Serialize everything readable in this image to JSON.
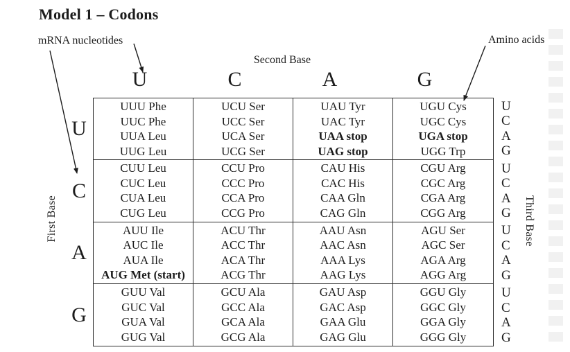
{
  "title": "Model 1 – Codons",
  "annotations": {
    "mrna_label": "mRNA nucleotides",
    "amino_label": "Amino acids"
  },
  "axes": {
    "second_base_title": "Second Base",
    "first_base_title": "First Base",
    "third_base_title": "Third Base",
    "second_base_letters": [
      "U",
      "C",
      "A",
      "G"
    ],
    "first_base_letters": [
      "U",
      "C",
      "A",
      "G"
    ],
    "third_base_letters_per_block": [
      "U",
      "C",
      "A",
      "G"
    ]
  },
  "table": {
    "row_blocks": [
      {
        "first_base": "U",
        "cells": [
          [
            {
              "t": "UUU Phe",
              "b": false
            },
            {
              "t": "UUC Phe",
              "b": false
            },
            {
              "t": "UUA Leu",
              "b": false
            },
            {
              "t": "UUG Leu",
              "b": false
            }
          ],
          [
            {
              "t": "UCU Ser",
              "b": false
            },
            {
              "t": "UCC Ser",
              "b": false
            },
            {
              "t": "UCA Ser",
              "b": false
            },
            {
              "t": "UCG Ser",
              "b": false
            }
          ],
          [
            {
              "t": "UAU Tyr",
              "b": false
            },
            {
              "t": "UAC Tyr",
              "b": false
            },
            {
              "t": "UAA stop",
              "b": true
            },
            {
              "t": "UAG stop",
              "b": true
            }
          ],
          [
            {
              "t": "UGU Cys",
              "b": false
            },
            {
              "t": "UGC Cys",
              "b": false
            },
            {
              "t": "UGA stop",
              "b": true
            },
            {
              "t": "UGG Trp",
              "b": false
            }
          ]
        ]
      },
      {
        "first_base": "C",
        "cells": [
          [
            {
              "t": "CUU Leu",
              "b": false
            },
            {
              "t": "CUC Leu",
              "b": false
            },
            {
              "t": "CUA Leu",
              "b": false
            },
            {
              "t": "CUG Leu",
              "b": false
            }
          ],
          [
            {
              "t": "CCU Pro",
              "b": false
            },
            {
              "t": "CCC Pro",
              "b": false
            },
            {
              "t": "CCA Pro",
              "b": false
            },
            {
              "t": "CCG Pro",
              "b": false
            }
          ],
          [
            {
              "t": "CAU His",
              "b": false
            },
            {
              "t": "CAC His",
              "b": false
            },
            {
              "t": "CAA Gln",
              "b": false
            },
            {
              "t": "CAG Gln",
              "b": false
            }
          ],
          [
            {
              "t": "CGU Arg",
              "b": false
            },
            {
              "t": "CGC Arg",
              "b": false
            },
            {
              "t": "CGA Arg",
              "b": false
            },
            {
              "t": "CGG Arg",
              "b": false
            }
          ]
        ]
      },
      {
        "first_base": "A",
        "cells": [
          [
            {
              "t": "AUU Ile",
              "b": false
            },
            {
              "t": "AUC Ile",
              "b": false
            },
            {
              "t": "AUA Ile",
              "b": false
            },
            {
              "t": "AUG Met (start)",
              "b": true
            }
          ],
          [
            {
              "t": "ACU Thr",
              "b": false
            },
            {
              "t": "ACC Thr",
              "b": false
            },
            {
              "t": "ACA Thr",
              "b": false
            },
            {
              "t": "ACG Thr",
              "b": false
            }
          ],
          [
            {
              "t": "AAU Asn",
              "b": false
            },
            {
              "t": "AAC Asn",
              "b": false
            },
            {
              "t": "AAA Lys",
              "b": false
            },
            {
              "t": "AAG Lys",
              "b": false
            }
          ],
          [
            {
              "t": "AGU Ser",
              "b": false
            },
            {
              "t": "AGC Ser",
              "b": false
            },
            {
              "t": "AGA Arg",
              "b": false
            },
            {
              "t": "AGG Arg",
              "b": false
            }
          ]
        ]
      },
      {
        "first_base": "G",
        "cells": [
          [
            {
              "t": "GUU Val",
              "b": false
            },
            {
              "t": "GUC Val",
              "b": false
            },
            {
              "t": "GUA Val",
              "b": false
            },
            {
              "t": "GUG Val",
              "b": false
            }
          ],
          [
            {
              "t": "GCU Ala",
              "b": false
            },
            {
              "t": "GCC Ala",
              "b": false
            },
            {
              "t": "GCA Ala",
              "b": false
            },
            {
              "t": "GCG Ala",
              "b": false
            }
          ],
          [
            {
              "t": "GAU Asp",
              "b": false
            },
            {
              "t": "GAC Asp",
              "b": false
            },
            {
              "t": "GAA Glu",
              "b": false
            },
            {
              "t": "GAG Glu",
              "b": false
            }
          ],
          [
            {
              "t": "GGU Gly",
              "b": false
            },
            {
              "t": "GGC Gly",
              "b": false
            },
            {
              "t": "GGA Gly",
              "b": false
            },
            {
              "t": "GGG Gly",
              "b": false
            }
          ]
        ]
      }
    ]
  },
  "colors": {
    "text": "#1c1c1c",
    "border": "#2b2b2b",
    "artifact": "#f1f1f1"
  }
}
